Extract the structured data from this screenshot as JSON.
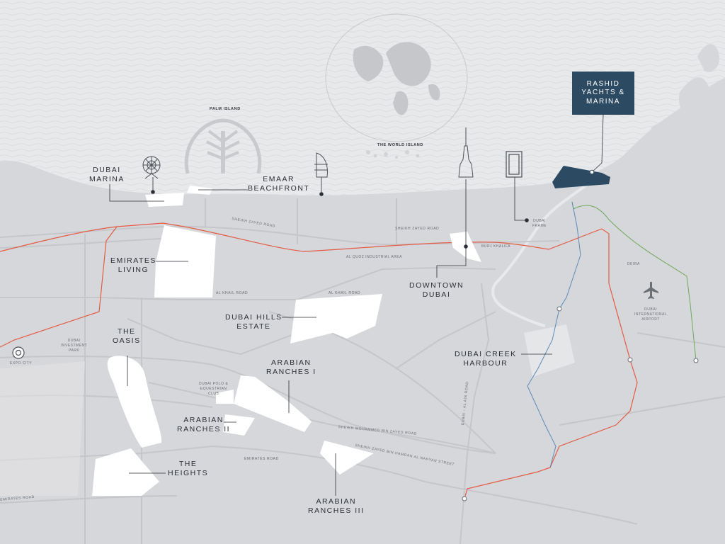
{
  "colors": {
    "sea": "#e8e9eb",
    "land": "#d6d7da",
    "road": "#c4c6ca",
    "community": "#ffffff",
    "highlight": "#2c4b63",
    "red_line": "#e35b45",
    "blue_line": "#5b8bb8",
    "green_line": "#6fa85a"
  },
  "icons": [
    "dubai-eye-icon",
    "burj-al-arab-icon",
    "burj-khalifa-icon",
    "dubai-frame-icon",
    "airplane-icon",
    "expo-city-icon",
    "world-globe-icon",
    "palm-island-icon"
  ],
  "highlight": {
    "line1": "RASHID",
    "line2": "YACHTS &",
    "line3": "MARINA"
  },
  "communities": {
    "dubai_marina": [
      "DUBAI",
      "MARINA"
    ],
    "emaar_beachfront": [
      "EMAAR",
      "BEACHFRONT"
    ],
    "emirates_living": [
      "EMIRATES",
      "LIVING"
    ],
    "downtown_dubai": [
      "DOWNTOWN",
      "DUBAI"
    ],
    "dubai_hills_estate": [
      "DUBAI HILLS",
      "ESTATE"
    ],
    "the_oasis": [
      "THE",
      "OASIS"
    ],
    "dubai_creek_harbour": [
      "DUBAI CREEK",
      "HARBOUR"
    ],
    "arabian_ranches_i": [
      "ARABIAN",
      "RANCHES I"
    ],
    "arabian_ranches_ii": [
      "ARABIAN",
      "RANCHES II"
    ],
    "the_heights": [
      "THE",
      "HEIGHTS"
    ],
    "arabian_ranches_iii": [
      "ARABIAN",
      "RANCHES III"
    ]
  },
  "places": {
    "palm_island": "PALM ISLAND",
    "world_island": "THE WORLD ISLAND",
    "dubai_frame": [
      "DUBAI",
      "FRAME"
    ],
    "burj_khalifa": "BURJ KHALIFA",
    "al_quoz": "AL QUOZ INDUSTRIAL AREA",
    "deira": "DEIRA",
    "airport": [
      "DUBAI",
      "INTERNATIONAL",
      "AIRPORT"
    ],
    "investment_park": [
      "DUBAI",
      "INVESTMENT",
      "PARK"
    ],
    "expo_city": "EXPO CITY",
    "polo_club": [
      "DUBAI POLO &",
      "EQUESTRIAN",
      "CLUB"
    ]
  },
  "roads": {
    "szr_1": "SHEIKH ZAYED ROAD",
    "szr_2": "SHEIKH ZAYED ROAD",
    "al_khail_1": "AL KHAIL ROAD",
    "al_khail_2": "AL KHAIL ROAD",
    "smbz": "SHEIKH MOHAMMED BIN ZAYED ROAD",
    "szbh": "SHEIKH ZAYED BIN HAMDAN AL NAHYAN STREET",
    "emirates_1": "EMIRATES ROAD",
    "emirates_2": "EMIRATES ROAD",
    "al_ain": "DUBAI - AL AIN ROAD"
  }
}
